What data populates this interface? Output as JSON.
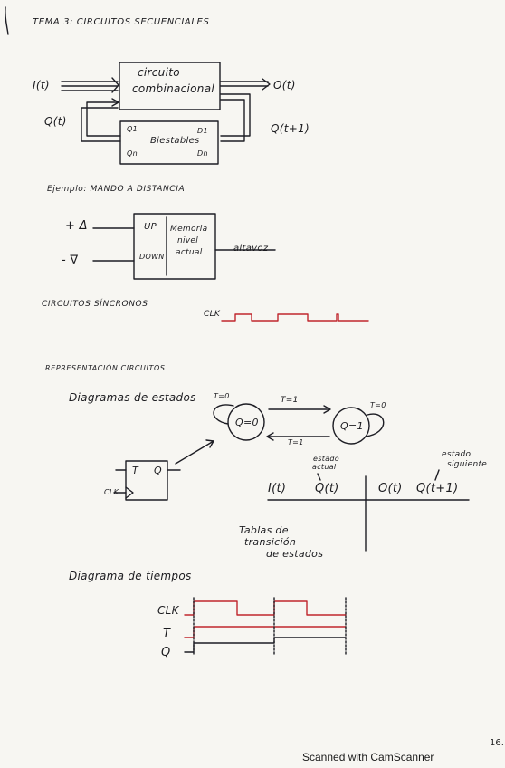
{
  "title": "TEMA 3: CIRCUITOS SECUENCIALES",
  "block_diagram": {
    "combinational_label_1": "circuito",
    "combinational_label_2": "combinacional",
    "memory_label": "Biestables",
    "input": "I(t)",
    "output": "O(t)",
    "state": "Q(t)",
    "next_state": "Q(t+1)",
    "q1": "Q1",
    "qn": "Qn",
    "d1": "D1",
    "dn": "Dn"
  },
  "example": {
    "heading": "Ejemplo: MANDO A DISTANCIA",
    "plus": "+ Δ",
    "minus": "- ∇",
    "up": "UP",
    "down": "DOWN",
    "memory_1": "Memoria",
    "memory_2": "nivel",
    "memory_3": "actual",
    "speaker": "altavoz"
  },
  "sync": {
    "heading": "CIRCUITOS SÍNCRONOS",
    "clk": "CLK"
  },
  "representation": {
    "heading": "REPRESENTACIÓN CIRCUITOS",
    "state_diagram": "Diagramas de estados",
    "t0_left": "T=0",
    "t0_right": "T=0",
    "t1_top": "T=1",
    "t1_bottom": "T=1",
    "state0": "Q=0",
    "state1": "Q=1",
    "flipflop_t": "T",
    "flipflop_q": "Q",
    "flipflop_clk": "CLK",
    "current_state_1": "estado",
    "current_state_2": "actual",
    "next_state_1": "estado",
    "next_state_2": "siguiente",
    "col_input": "I(t)",
    "col_state": "Q(t)",
    "col_output": "O(t)",
    "col_next": "Q(t+1)",
    "table_caption_1": "Tablas de",
    "table_caption_2": "transición",
    "table_caption_3": "de estados"
  },
  "timing": {
    "heading": "Diagrama de tiempos",
    "clk": "CLK",
    "t": "T",
    "q": "Q"
  },
  "footer": "Scanned with CamScanner",
  "page_number": "16."
}
